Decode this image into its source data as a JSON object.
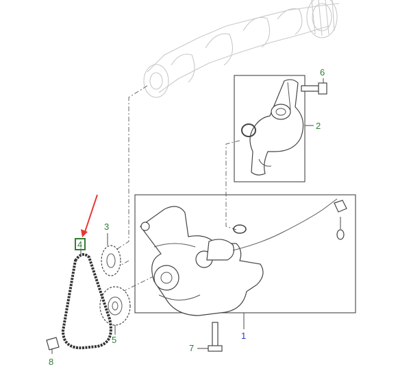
{
  "diagram": {
    "callouts": [
      {
        "id": "1",
        "text": "1",
        "color": "#1f3fbf"
      },
      {
        "id": "2",
        "text": "2",
        "color": "#2e7d32"
      },
      {
        "id": "3",
        "text": "3",
        "color": "#2e7d32"
      },
      {
        "id": "4",
        "text": "4",
        "color": "#2e7d32"
      },
      {
        "id": "5",
        "text": "5",
        "color": "#2e7d32"
      },
      {
        "id": "6",
        "text": "6",
        "color": "#2e7d32"
      },
      {
        "id": "7",
        "text": "7",
        "color": "#2e7d32"
      },
      {
        "id": "8",
        "text": "8",
        "color": "#2e7d32"
      }
    ],
    "highlight": {
      "callout": "4",
      "arrow_color": "#e53935",
      "box_color": "#2e7d32"
    }
  }
}
